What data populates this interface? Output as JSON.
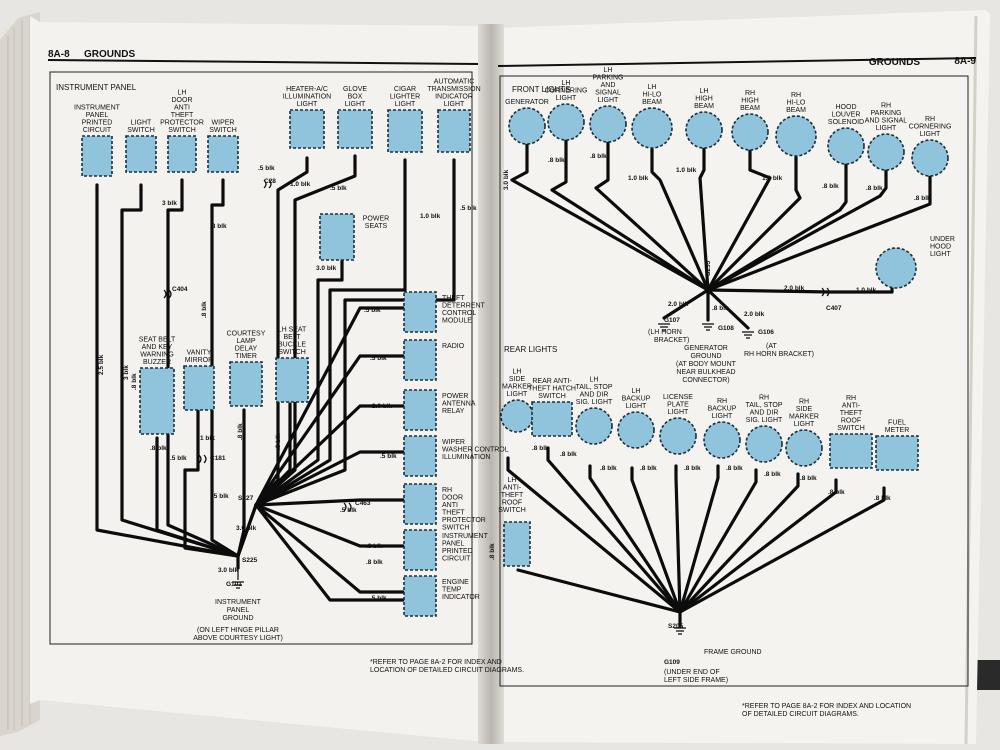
{
  "left_page": {
    "page_number": "8A-8",
    "section_title": "GROUNDS",
    "panel_title": "INSTRUMENT PANEL",
    "splices": {
      "s225": "S225",
      "s227": "S227"
    },
    "connectors": {
      "c28": "C28",
      "c404": "C404",
      "c181": "C181",
      "c463": "C463"
    },
    "ground": {
      "id": "G101",
      "label": [
        "INSTRUMENT",
        "PANEL",
        "GROUND"
      ],
      "note": [
        "(ON LEFT HINGE PILLAR",
        "ABOVE COURTESY LIGHT)"
      ]
    },
    "footnote": [
      "*REFER TO PAGE 8A-2 FOR INDEX AND",
      "LOCATION OF DETAILED CIRCUIT DIAGRAMS."
    ],
    "components_top": [
      {
        "label": [
          "INSTRUMENT",
          "PANEL",
          "PRINTED",
          "CIRCUIT"
        ]
      },
      {
        "label": [
          "LIGHT",
          "SWITCH"
        ]
      },
      {
        "label": [
          "LH",
          "DOOR",
          "ANTI",
          "THEFT",
          "PROTECTOR",
          "SWITCH"
        ]
      },
      {
        "label": [
          "WIPER",
          "SWITCH"
        ]
      },
      {
        "label": [
          "HEATER-A/C",
          "ILLUMINATION",
          "LIGHT"
        ]
      },
      {
        "label": [
          "GLOVE",
          "BOX",
          "LIGHT"
        ]
      },
      {
        "label": [
          "CIGAR",
          "LIGHTER",
          "LIGHT"
        ]
      },
      {
        "label": [
          "AUTOMATIC",
          "TRANSMISSION",
          "INDICATOR",
          "LIGHT"
        ]
      }
    ],
    "components_mid": [
      {
        "label": [
          "SEAT BELT",
          "AND KEY",
          "WARNING",
          "BUZZER"
        ]
      },
      {
        "label": [
          "VANITY",
          "MIRROR"
        ]
      },
      {
        "label": [
          "COURTESY",
          "LAMP",
          "DELAY",
          "TIMER"
        ]
      },
      {
        "label": [
          "LH SEAT",
          "BELT",
          "BUCKLE",
          "SWITCH"
        ]
      },
      {
        "label": [
          "POWER",
          "SEATS"
        ]
      }
    ],
    "components_right": [
      {
        "label": [
          "THEFT",
          "DETERRENT",
          "CONTROL",
          "MODULE"
        ]
      },
      {
        "label": [
          "RADIO"
        ]
      },
      {
        "label": [
          "POWER",
          "ANTENNA",
          "RELAY"
        ]
      },
      {
        "label": [
          "WIPER",
          "WASHER CONTROL",
          "ILLUMINATION"
        ]
      },
      {
        "label": [
          "RH",
          "DOOR",
          "ANTI",
          "THEFT",
          "PROTECTOR",
          "SWITCH"
        ]
      },
      {
        "label": [
          "INSTRUMENT",
          "PANEL",
          "PRINTED",
          "CIRCUIT"
        ]
      },
      {
        "label": [
          "ENGINE",
          "TEMP",
          "INDICATOR"
        ]
      }
    ],
    "wire_labels": {
      "w25blk": "2.5 blk",
      "w3blk": "3 blk",
      "w8blk": ".8 blk",
      "w5blk": ".5 blk",
      "w1blk": "1 blk",
      "w10blk": "1.0 blk",
      "w30blk": "3.0 blk",
      "w20blk": "2.0 blk"
    }
  },
  "right_page": {
    "page_number": "8A-9",
    "section_title": "GROUNDS",
    "front_title": "FRONT LIGHTS",
    "rear_title": "REAR LIGHTS",
    "splices": {
      "s255": "S255",
      "s205": "S205"
    },
    "connectors": {
      "c407": "C407"
    },
    "front_components": [
      {
        "label": [
          "GENERATOR"
        ]
      },
      {
        "label": [
          "LH",
          "CORNERING",
          "LIGHT"
        ]
      },
      {
        "label": [
          "LH",
          "PARKING",
          "AND",
          "SIGNAL",
          "LIGHT"
        ]
      },
      {
        "label": [
          "LH",
          "HI-LO",
          "BEAM"
        ]
      },
      {
        "label": [
          "LH",
          "HIGH",
          "BEAM"
        ]
      },
      {
        "label": [
          "RH",
          "HIGH",
          "BEAM"
        ]
      },
      {
        "label": [
          "RH",
          "HI-LO",
          "BEAM"
        ]
      },
      {
        "label": [
          "HOOD",
          "LOUVER",
          "SOLENOID"
        ]
      },
      {
        "label": [
          "RH",
          "PARKING",
          "AND SIGNAL",
          "LIGHT"
        ]
      },
      {
        "label": [
          "RH",
          "CORNERING",
          "LIGHT"
        ]
      }
    ],
    "under_hood": {
      "label": [
        "UNDER",
        "HOOD",
        "LIGHT"
      ]
    },
    "front_grounds": {
      "g107": {
        "id": "G107",
        "note": [
          "(LH HORN",
          "BRACKET)"
        ]
      },
      "g108": {
        "id": "G108",
        "label": [
          "GENERATOR",
          "GROUND"
        ],
        "note": [
          "(AT BODY MOUNT",
          "NEAR BULKHEAD",
          "CONNECTOR)"
        ]
      },
      "g106": {
        "id": "G106",
        "note": [
          "(AT",
          "RH HORN BRACKET)"
        ]
      }
    },
    "rear_components": [
      {
        "label": [
          "LH",
          "SIDE",
          "MARKER",
          "LIGHT"
        ]
      },
      {
        "label": [
          "REAR ANTI-",
          "THEFT HATCH",
          "SWITCH"
        ]
      },
      {
        "label": [
          "LH",
          "TAIL, STOP",
          "AND DIR",
          "SIG. LIGHT"
        ]
      },
      {
        "label": [
          "LH",
          "BACKUP",
          "LIGHT"
        ]
      },
      {
        "label": [
          "LICENSE",
          "PLATE",
          "LIGHT"
        ]
      },
      {
        "label": [
          "RH",
          "BACKUP",
          "LIGHT"
        ]
      },
      {
        "label": [
          "RH",
          "TAIL, STOP",
          "AND DIR",
          "SIG. LIGHT"
        ]
      },
      {
        "label": [
          "RH",
          "SIDE",
          "MARKER",
          "LIGHT"
        ]
      },
      {
        "label": [
          "RH",
          "ANTI-",
          "THEFT",
          "ROOF",
          "SWITCH"
        ]
      },
      {
        "label": [
          "FUEL",
          "METER"
        ]
      }
    ],
    "lh_roof_switch": {
      "label": [
        "LH",
        "ANTI-",
        "THEFT",
        "ROOF",
        "SWITCH"
      ]
    },
    "frame_ground": {
      "id": "G109",
      "label": "FRAME GROUND",
      "note": [
        "(UNDER END OF",
        "LEFT SIDE FRAME)"
      ]
    },
    "footnote": [
      "*REFER TO PAGE 8A-2 FOR INDEX AND LOCATION",
      "OF DETAILED CIRCUIT DIAGRAMS."
    ],
    "wire_labels": {
      "w30blk": "3.0 blk",
      "w8blk": ".8 blk",
      "w10blk": "1.0 blk",
      "w20blk": "2.0 blk"
    }
  }
}
